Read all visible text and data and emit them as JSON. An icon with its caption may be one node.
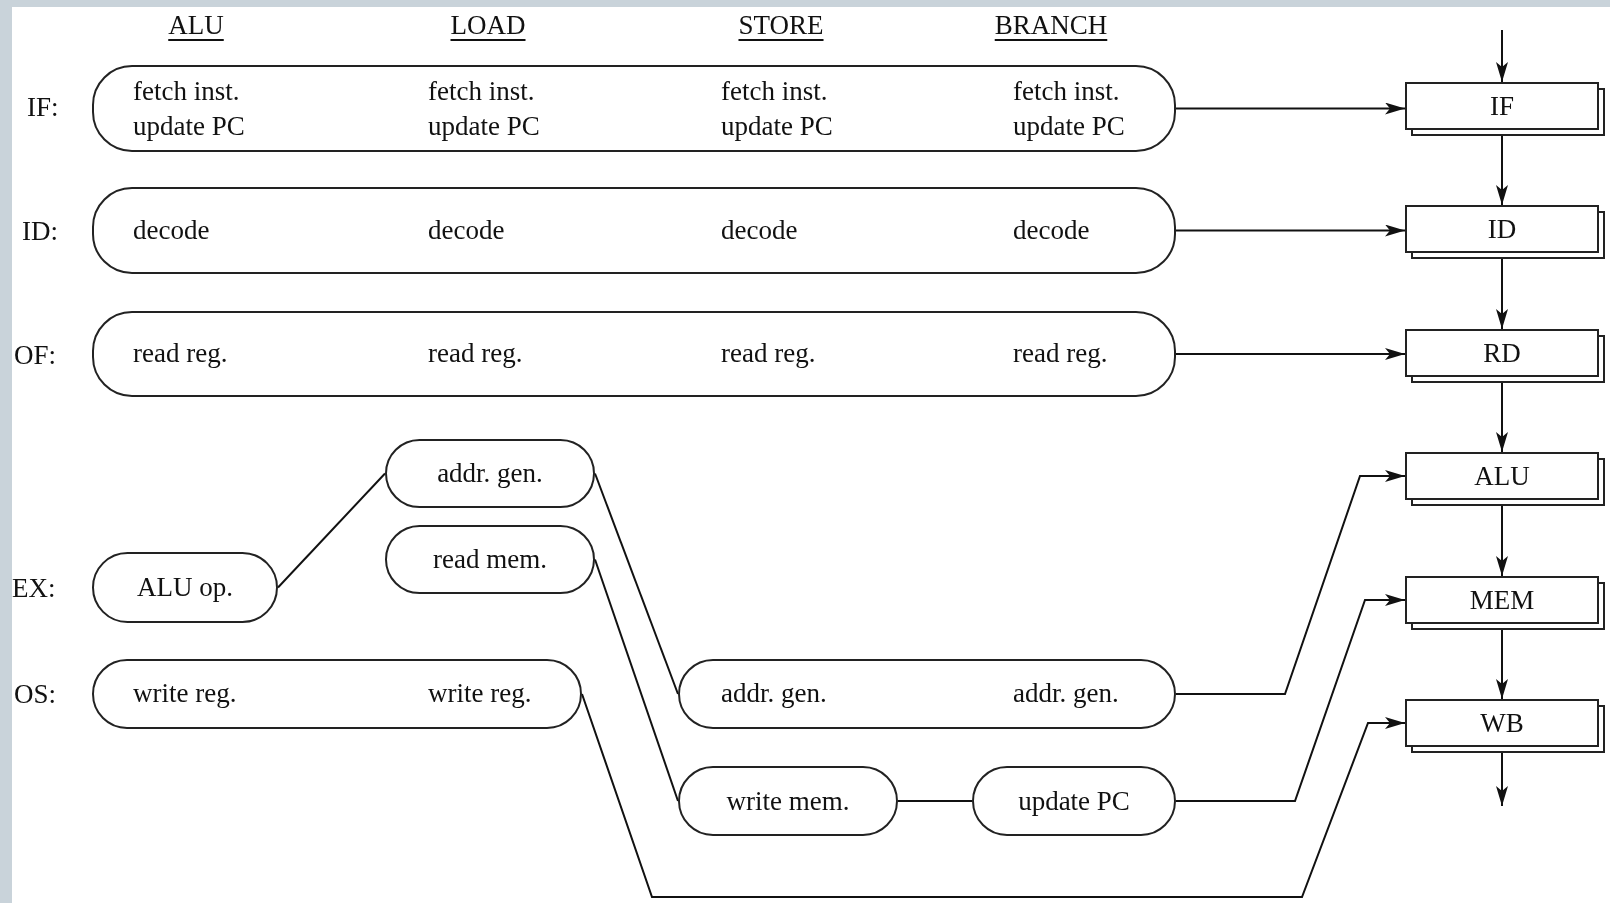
{
  "diagram": {
    "nodes": [
      {
        "text": [
          "fetch inst. update PC",
          "fetch inst. update PC",
          "fetch inst. update PC",
          "fetch inst. update PC"
        ]
      },
      {
        "text": [
          "decode",
          "decode",
          "decode",
          "decode"
        ]
      },
      {
        "text": [
          "read reg.",
          "read reg.",
          "read reg.",
          "read reg."
        ]
      },
      {
        "text": [
          "addr. gen."
        ]
      },
      {
        "text": [
          "ALU op."
        ]
      },
      {
        "text": [
          "read mem."
        ]
      },
      {
        "text": [
          "write reg.",
          "write reg."
        ]
      },
      {
        "text": [
          "addr. gen.",
          "addr. gen."
        ]
      },
      {
        "text": [
          "write mem."
        ]
      },
      {
        "text": [
          "update PC"
        ]
      },
      {
        "text": [
          "IF"
        ]
      },
      {
        "text": [
          "ID"
        ]
      },
      {
        "text": [
          "RD"
        ]
      },
      {
        "text": [
          "ALU"
        ]
      },
      {
        "text": [
          "MEM"
        ]
      },
      {
        "text": [
          "WB"
        ]
      }
    ],
    "edges": [
      {
        "from": null,
        "to": 10,
        "arrow": "to"
      },
      {
        "from": 10,
        "to": 11,
        "arrow": "to"
      },
      {
        "from": 11,
        "to": 12,
        "arrow": "to"
      },
      {
        "from": 12,
        "to": 13,
        "arrow": "to"
      },
      {
        "from": 13,
        "to": 14,
        "arrow": "to"
      },
      {
        "from": 14,
        "to": 15,
        "arrow": "to"
      },
      {
        "from": 15,
        "to": null,
        "arrow": "to"
      },
      {
        "from": 0,
        "to": 10,
        "arrow": "to"
      },
      {
        "from": 1,
        "to": 11,
        "arrow": "to"
      },
      {
        "from": 2,
        "to": 12,
        "arrow": "to"
      },
      {
        "from": 4,
        "to": 3,
        "arrow": "none"
      },
      {
        "from": 3,
        "to": 7,
        "arrow": "none"
      },
      {
        "from": 5,
        "to": 8,
        "arrow": "none"
      },
      {
        "from": 8,
        "to": 9,
        "arrow": "none"
      },
      {
        "from": 7,
        "to": 13,
        "arrow": "to"
      },
      {
        "from": 9,
        "to": 14,
        "arrow": "to"
      },
      {
        "from": 6,
        "to": 15,
        "arrow": "to"
      }
    ],
    "labels": [
      "ALU",
      "LOAD",
      "STORE",
      "BRANCH",
      "IF:",
      "ID:",
      "OF:",
      "EX:",
      "OS:"
    ]
  }
}
